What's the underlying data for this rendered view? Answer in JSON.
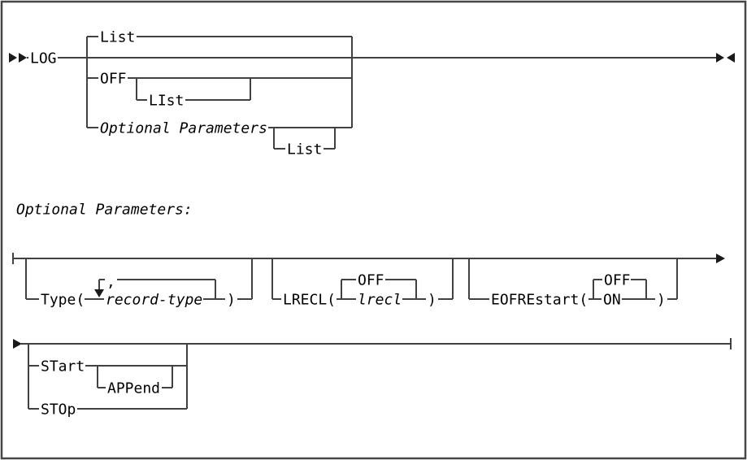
{
  "diagram_type": "syntax-railroad-diagram",
  "colors": {
    "line": "#414141",
    "text": "#000000",
    "border": "#474747",
    "background": "#ffffff"
  },
  "main_path": {
    "command": "LOG",
    "list_default": "List",
    "off_keyword": "OFF",
    "off_list_option": "LIst",
    "optional_params_ref": "Optional Parameters",
    "optional_params_list_option": "List"
  },
  "fragment_heading": "Optional Parameters:",
  "fragment": {
    "type": {
      "open": "Type(",
      "separator": ",",
      "variable": "record-type",
      "close": ")"
    },
    "lrecl": {
      "open": "LRECL(",
      "default_choice": "OFF",
      "variable": "lrecl",
      "close": ")"
    },
    "eofrestart": {
      "open": "EOFREstart(",
      "default_choice": "OFF",
      "alternate_choice": "ON",
      "close": ")"
    },
    "start": {
      "keyword": "STart",
      "option": "APPend"
    },
    "stop": {
      "keyword": "STOp"
    }
  },
  "icons": {
    "start": "double-arrow-right",
    "end": "arrow-right-arrow-left",
    "row_continue": "arrow-right",
    "row_resume": "arrow-right",
    "repeat": "arrow-down",
    "fragment_start": "tick",
    "fragment_end": "tick"
  }
}
